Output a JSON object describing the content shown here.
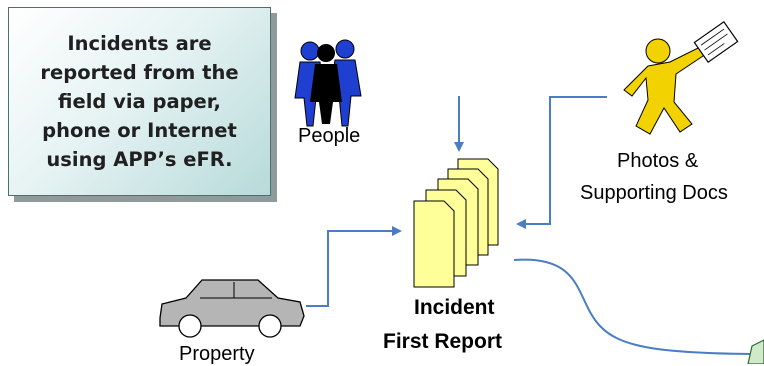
{
  "callout": {
    "lines": [
      "Incidents are",
      "reported from the",
      "field via paper,",
      "phone or Internet",
      "using APP’s eFR."
    ]
  },
  "labels": {
    "people": "People",
    "photos_line1": "Photos &",
    "photos_line2": "Supporting Docs",
    "property": "Property",
    "report_line1": "Incident",
    "report_line2": "First Report"
  },
  "colors": {
    "connector": "#4a7ec4",
    "document_fill": "#ffff99",
    "person_photos": "#f2d200",
    "car_fill": "#b5b5b5"
  },
  "icons": [
    "people-group-icon",
    "photographer-icon",
    "car-icon",
    "document-stack-icon",
    "connector-arrow-icon"
  ]
}
